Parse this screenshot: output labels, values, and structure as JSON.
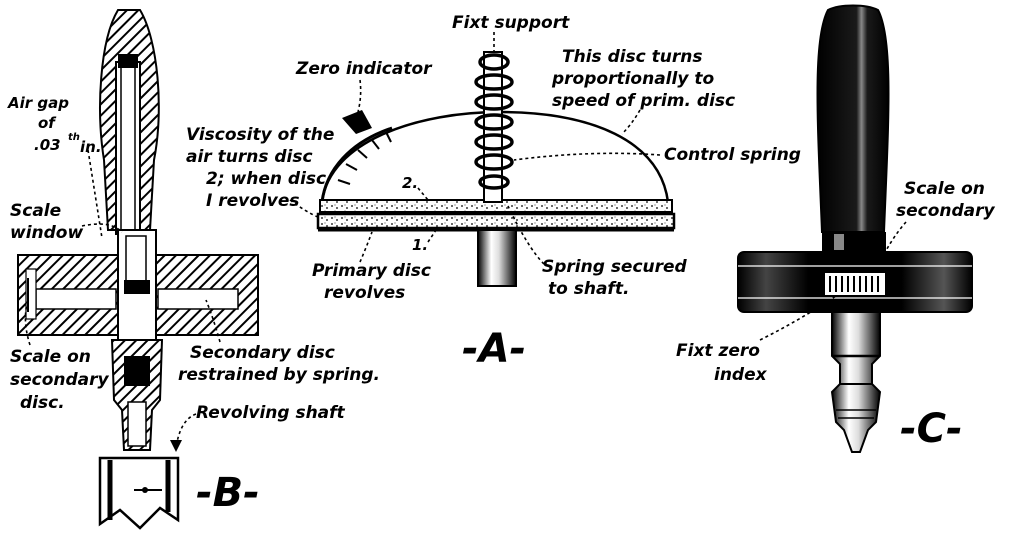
{
  "panels": {
    "a": {
      "tag": "-A-"
    },
    "b": {
      "tag": "-B-"
    },
    "c": {
      "tag": "-C-"
    }
  },
  "labels": {
    "fixt_support": "Fixt support",
    "zero_indicator": "Zero indicator",
    "disc_turns_1": "This disc turns",
    "disc_turns_2": "proportionally to",
    "disc_turns_3": "speed of prim. disc",
    "viscosity_1": "Viscosity of the",
    "viscosity_2": "air turns disc",
    "viscosity_3": "2; when disc",
    "viscosity_4": "I revolves",
    "control_spring": "Control spring",
    "disc_2": "2.",
    "disc_1": "1.",
    "primary_1": "Primary disc",
    "primary_2": "revolves",
    "spring_secured_1": "Spring secured",
    "spring_secured_2": "to shaft.",
    "air_gap_1": "Air gap",
    "air_gap_2": "of",
    "air_gap_3": ".03",
    "air_gap_sup": "th",
    "air_gap_unit": "in.",
    "scale_window_1": "Scale",
    "scale_window_2": "window",
    "scale_on_secondary_disc_1": "Scale on",
    "scale_on_secondary_disc_2": "secondary",
    "scale_on_secondary_disc_3": "disc.",
    "secondary_restrained_1": "Secondary disc",
    "secondary_restrained_2": "restrained by spring.",
    "revolving_shaft": "Revolving shaft",
    "scale_on_secondary_1": "Scale on",
    "scale_on_secondary_2": "secondary",
    "fixt_zero_1": "Fixt zero",
    "fixt_zero_2": "index"
  }
}
